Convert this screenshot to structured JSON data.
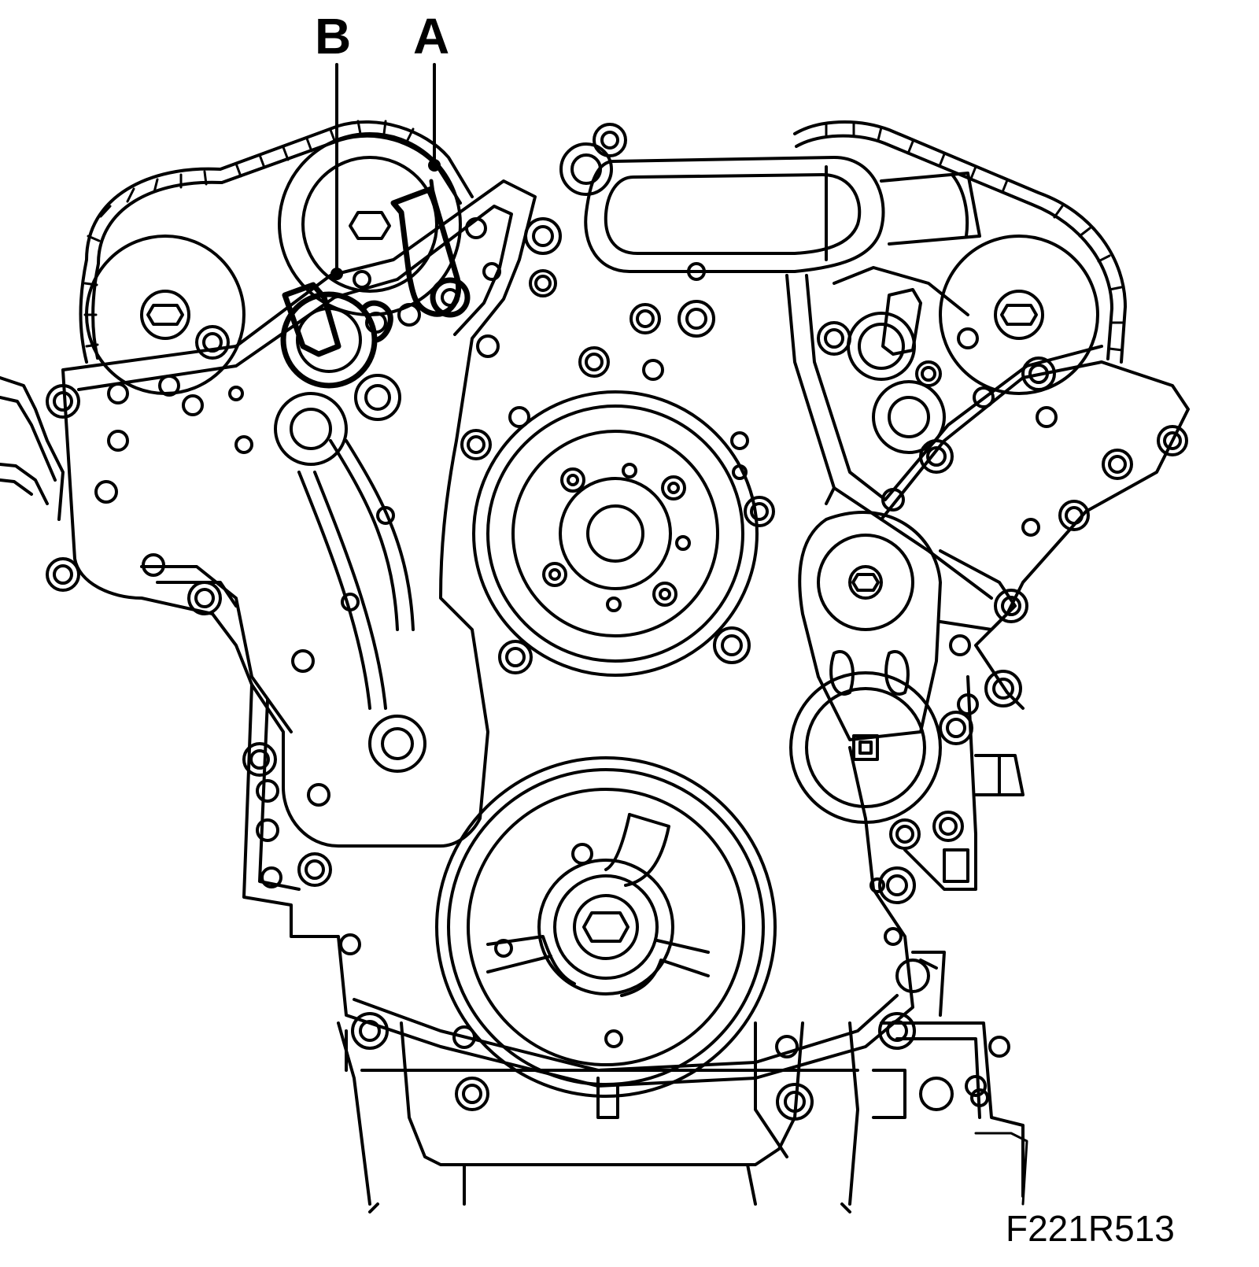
{
  "callouts": {
    "b": "B",
    "a": "A"
  },
  "figure_code": "F221R513",
  "colors": {
    "line": "#000000",
    "background": "#ffffff"
  }
}
